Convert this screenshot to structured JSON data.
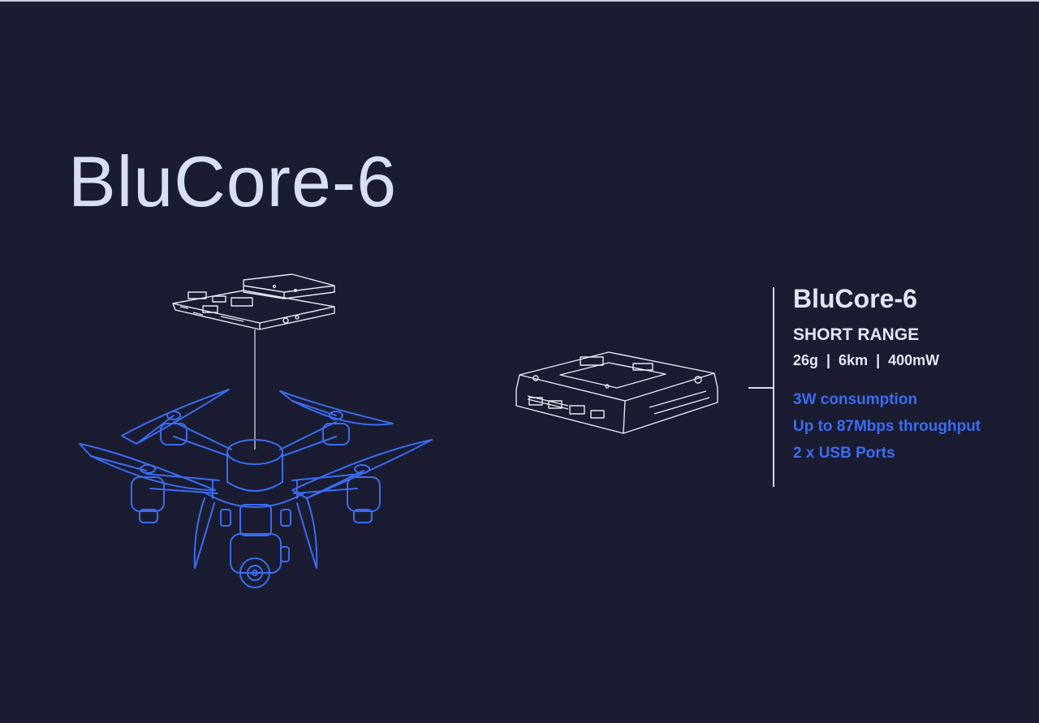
{
  "hero": {
    "title": "BluCore-6"
  },
  "spec": {
    "name": "BluCore-6",
    "range": "SHORT RANGE",
    "metrics": "26g  |  6km  |  400mW",
    "features": [
      "3W consumption",
      "Up to 87Mbps throughput",
      "2 x USB Ports"
    ]
  },
  "colors": {
    "background": "#1b1c31",
    "title_text": "#d7def5",
    "spec_text": "#e3e6f2",
    "accent_blue": "#3b6cf2",
    "line_white": "#d8dbe6"
  },
  "icons": {
    "drone": "drone-icon",
    "module_board": "circuit-board-icon",
    "module_box": "module-enclosure-icon"
  }
}
